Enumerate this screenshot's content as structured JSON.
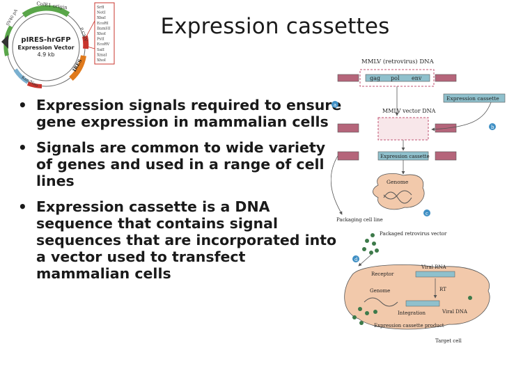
{
  "slide": {
    "title": "Expression cassettes",
    "bullets": [
      "Expression signals required to ensure gene expression in mammalian cells",
      "Signals are common to wide variety of genes and used in a range of cell lines",
      "Expression cassette is a DNA sequence that contains signal sequences that are incorporated into a vector used to transfect mammalian cells"
    ]
  },
  "plasmid_map": {
    "name": "pIRES-hrGFP",
    "subtitle": "Expression Vector",
    "size": "4.9 kb",
    "ori_label": "ColE1 origin",
    "left_label": "SV40 pA",
    "bottom_label": "Kan/Neo",
    "ires_label": "IRES",
    "cmv_label": "P CMV",
    "mcs_sites": [
      "SrfI",
      "NotI",
      "XbaI",
      "EcoRI",
      "BamHI",
      "XhoI",
      "PstI",
      "EcoRV",
      "SalI",
      "XmaI",
      "XhoI"
    ],
    "colors": {
      "ori": "#5aa64a",
      "ires": "#e07a1c",
      "red": "#c8342d",
      "ring": "#6a6a6a"
    }
  },
  "diagram": {
    "mmlv_title": "MMLV (retrovirus) DNA",
    "genes": [
      "gag",
      "pol",
      "env"
    ],
    "expression_cassette_top": "Expression cassette",
    "vector_title": "MMLV vector DNA",
    "expression_cassette_mid": "Expression cassette",
    "genome_label": "Genome",
    "packaging_label": "Packaging cell line",
    "packaged_label": "Packaged retrovirus vector",
    "receptor_label": "Receptor",
    "viral_rna_label": "Viral RNA",
    "genome2_label": "Genome",
    "rt_label": "RT",
    "integration_label": "Integration",
    "viral_dna_label": "Viral DNA",
    "product_label": "Expression cassette product",
    "target_label": "Target cell",
    "step_labels": [
      "a",
      "b",
      "c",
      "d"
    ],
    "colors": {
      "ltr": "#b5657a",
      "cassette": "#8fc0cc",
      "cell": "#f2c9ab",
      "step": "#3f8fc4",
      "dashed": "#c05070",
      "virus": "#3d7a4a"
    }
  }
}
